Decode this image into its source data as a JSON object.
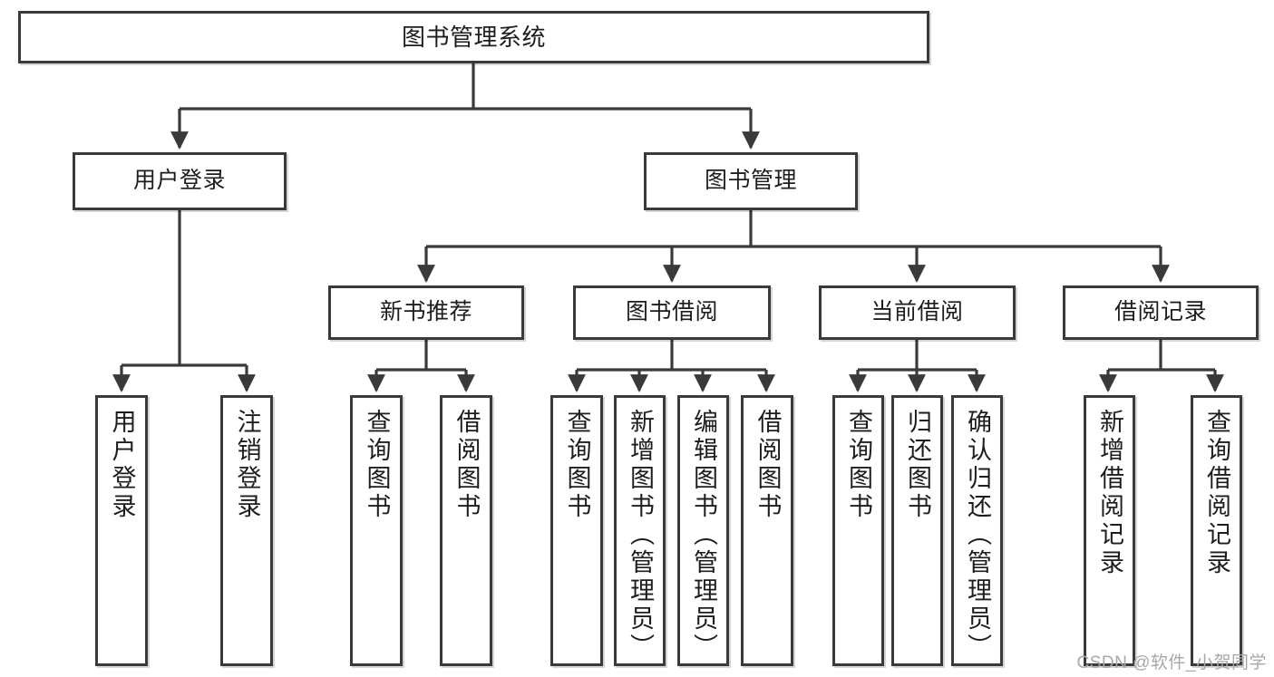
{
  "diagram": {
    "title": "图书管理系统",
    "type": "hierarchy-tree",
    "root": {
      "label": "图书管理系统"
    },
    "level2": [
      {
        "label": "用户登录"
      },
      {
        "label": "图书管理"
      }
    ],
    "level3": [
      {
        "label": "新书推荐"
      },
      {
        "label": "图书借阅"
      },
      {
        "label": "当前借阅"
      },
      {
        "label": "借阅记录"
      }
    ],
    "leaves": {
      "user_login": [
        {
          "label": "用户登录"
        },
        {
          "label": "注销登录"
        }
      ],
      "new_book_recommend": [
        {
          "label": "查询图书"
        },
        {
          "label": "借阅图书"
        }
      ],
      "book_borrow": [
        {
          "label": "查询图书"
        },
        {
          "label": "新增图书（管理员）"
        },
        {
          "label": "编辑图书（管理员）"
        },
        {
          "label": "借阅图书"
        }
      ],
      "current_borrow": [
        {
          "label": "查询图书"
        },
        {
          "label": "归还图书"
        },
        {
          "label": "确认归还（管理员）"
        }
      ],
      "borrow_record": [
        {
          "label": "新增借阅记录"
        },
        {
          "label": "查询借阅记录"
        }
      ]
    }
  },
  "watermark": {
    "text": "CSDN @软件_小贺同学"
  },
  "colors": {
    "border": "#3a3a3a",
    "text": "#1d1d1d",
    "background": "#ffffff",
    "watermark": "#a8a8a8"
  }
}
